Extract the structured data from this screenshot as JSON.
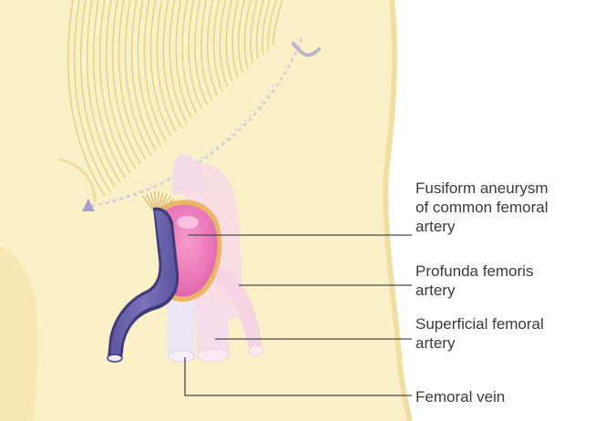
{
  "diagram": {
    "colors": {
      "skin": "#fbf1c9",
      "skin_shadow": "#f4e3a6",
      "muscle_lines": "#e4cf82",
      "vein": "#6c63ad",
      "vein_outline": "#3f3a78",
      "aneurysm": "#ea74b8",
      "aneurysm_rim": "#e9b66a",
      "artery_pale": "#f6d3e4",
      "vein_pale": "#ece4f4",
      "leader_line": "#4a4a4a",
      "text": "#3a3a3a"
    },
    "labels": {
      "aneurysm": [
        "Fusiform aneurysm",
        "of common femoral",
        "artery"
      ],
      "profunda": [
        "Profunda femoris",
        "artery"
      ],
      "superficial": [
        "Superficial femoral",
        "artery"
      ],
      "vein": [
        "Femoral vein"
      ]
    }
  }
}
